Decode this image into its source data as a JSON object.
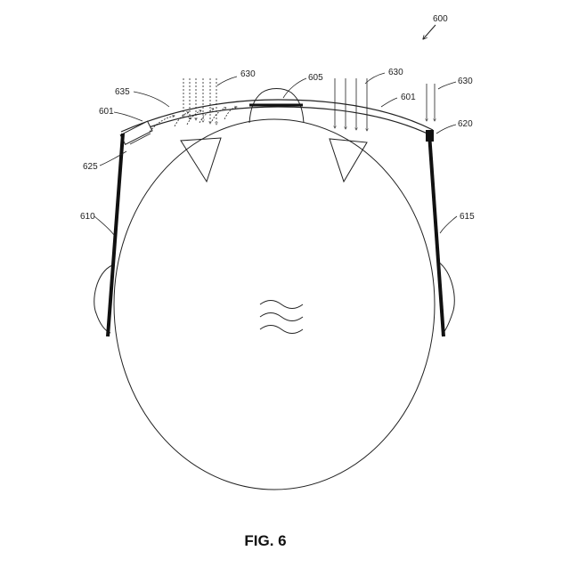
{
  "figure": {
    "caption": "FIG. 6",
    "labels": {
      "fig_ref": "600",
      "nose": "605",
      "lens_left": "601",
      "lens_right": "601",
      "light_left": "630",
      "light_center": "630",
      "light_right": "630",
      "reflect": "635",
      "sensor": "620",
      "emitter": "625",
      "arm_left": "610",
      "arm_right": "615"
    }
  }
}
